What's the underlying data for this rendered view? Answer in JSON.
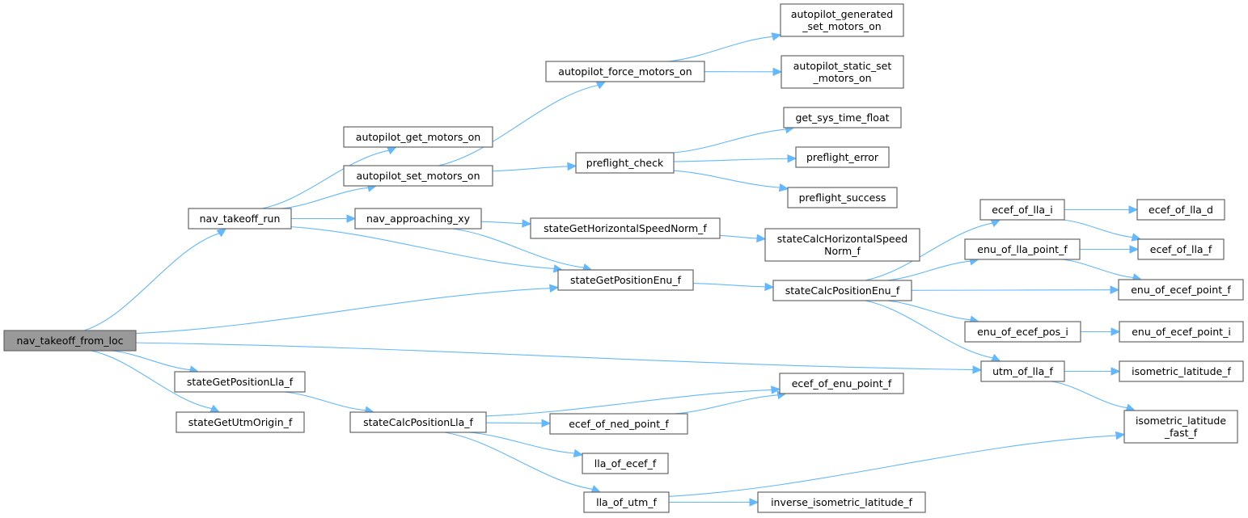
{
  "graph": {
    "title": "Call graph of nav_takeoff_from_loc",
    "edge_color": "#63b8ff",
    "root_fill": "#999999",
    "node_fill": "#ffffff",
    "border_color": "#666666",
    "nodes": [
      {
        "id": "nav_takeoff_from_loc",
        "lines": [
          "nav_takeoff_from_loc"
        ],
        "root": true
      },
      {
        "id": "nav_takeoff_run",
        "lines": [
          "nav_takeoff_run"
        ]
      },
      {
        "id": "stateGetPositionLla_f",
        "lines": [
          "stateGetPositionLla_f"
        ]
      },
      {
        "id": "stateGetUtmOrigin_f",
        "lines": [
          "stateGetUtmOrigin_f"
        ]
      },
      {
        "id": "autopilot_get_motors_on",
        "lines": [
          "autopilot_get_motors_on"
        ]
      },
      {
        "id": "autopilot_set_motors_on",
        "lines": [
          "autopilot_set_motors_on"
        ]
      },
      {
        "id": "nav_approaching_xy",
        "lines": [
          "nav_approaching_xy"
        ]
      },
      {
        "id": "stateCalcPositionLla_f",
        "lines": [
          "stateCalcPositionLla_f"
        ]
      },
      {
        "id": "autopilot_force_motors_on",
        "lines": [
          "autopilot_force_motors_on"
        ]
      },
      {
        "id": "preflight_check",
        "lines": [
          "preflight_check"
        ]
      },
      {
        "id": "stateGetHorizontalSpeedNorm_f",
        "lines": [
          "stateGetHorizontalSpeedNorm_f"
        ]
      },
      {
        "id": "stateGetPositionEnu_f",
        "lines": [
          "stateGetPositionEnu_f"
        ]
      },
      {
        "id": "ecef_of_ned_point_f",
        "lines": [
          "ecef_of_ned_point_f"
        ]
      },
      {
        "id": "lla_of_ecef_f",
        "lines": [
          "lla_of_ecef_f"
        ]
      },
      {
        "id": "lla_of_utm_f",
        "lines": [
          "lla_of_utm_f"
        ]
      },
      {
        "id": "autopilot_generated_set_motors_on",
        "lines": [
          "autopilot_generated",
          "_set_motors_on"
        ]
      },
      {
        "id": "autopilot_static_set_motors_on",
        "lines": [
          "autopilot_static_set",
          "_motors_on"
        ]
      },
      {
        "id": "get_sys_time_float",
        "lines": [
          "get_sys_time_float"
        ]
      },
      {
        "id": "preflight_error",
        "lines": [
          "preflight_error"
        ]
      },
      {
        "id": "preflight_success",
        "lines": [
          "preflight_success"
        ]
      },
      {
        "id": "stateCalcHorizontalSpeedNorm_f",
        "lines": [
          "stateCalcHorizontalSpeed",
          "Norm_f"
        ]
      },
      {
        "id": "stateCalcPositionEnu_f",
        "lines": [
          "stateCalcPositionEnu_f"
        ]
      },
      {
        "id": "ecef_of_enu_point_f",
        "lines": [
          "ecef_of_enu_point_f"
        ]
      },
      {
        "id": "inverse_isometric_latitude_f",
        "lines": [
          "inverse_isometric_latitude_f"
        ]
      },
      {
        "id": "ecef_of_lla_i",
        "lines": [
          "ecef_of_lla_i"
        ]
      },
      {
        "id": "enu_of_lla_point_f",
        "lines": [
          "enu_of_lla_point_f"
        ]
      },
      {
        "id": "enu_of_ecef_pos_i",
        "lines": [
          "enu_of_ecef_pos_i"
        ]
      },
      {
        "id": "utm_of_lla_f",
        "lines": [
          "utm_of_lla_f"
        ]
      },
      {
        "id": "ecef_of_lla_d",
        "lines": [
          "ecef_of_lla_d"
        ]
      },
      {
        "id": "ecef_of_lla_f",
        "lines": [
          "ecef_of_lla_f"
        ]
      },
      {
        "id": "enu_of_ecef_point_f",
        "lines": [
          "enu_of_ecef_point_f"
        ]
      },
      {
        "id": "enu_of_ecef_point_i",
        "lines": [
          "enu_of_ecef_point_i"
        ]
      },
      {
        "id": "isometric_latitude_f",
        "lines": [
          "isometric_latitude_f"
        ]
      },
      {
        "id": "isometric_latitude_fast_f",
        "lines": [
          "isometric_latitude",
          "_fast_f"
        ]
      }
    ],
    "edges": [
      [
        "nav_takeoff_from_loc",
        "nav_takeoff_run"
      ],
      [
        "nav_takeoff_from_loc",
        "stateGetPositionEnu_f"
      ],
      [
        "nav_takeoff_from_loc",
        "utm_of_lla_f"
      ],
      [
        "nav_takeoff_from_loc",
        "stateGetPositionLla_f"
      ],
      [
        "nav_takeoff_from_loc",
        "stateGetUtmOrigin_f"
      ],
      [
        "nav_takeoff_run",
        "autopilot_get_motors_on"
      ],
      [
        "nav_takeoff_run",
        "autopilot_set_motors_on"
      ],
      [
        "nav_takeoff_run",
        "nav_approaching_xy"
      ],
      [
        "nav_takeoff_run",
        "stateGetPositionEnu_f"
      ],
      [
        "autopilot_set_motors_on",
        "autopilot_force_motors_on"
      ],
      [
        "autopilot_set_motors_on",
        "preflight_check"
      ],
      [
        "autopilot_force_motors_on",
        "autopilot_generated_set_motors_on"
      ],
      [
        "autopilot_force_motors_on",
        "autopilot_static_set_motors_on"
      ],
      [
        "preflight_check",
        "get_sys_time_float"
      ],
      [
        "preflight_check",
        "preflight_error"
      ],
      [
        "preflight_check",
        "preflight_success"
      ],
      [
        "nav_approaching_xy",
        "stateGetHorizontalSpeedNorm_f"
      ],
      [
        "nav_approaching_xy",
        "stateGetPositionEnu_f"
      ],
      [
        "stateGetHorizontalSpeedNorm_f",
        "stateCalcHorizontalSpeedNorm_f"
      ],
      [
        "stateGetPositionEnu_f",
        "stateCalcPositionEnu_f"
      ],
      [
        "stateCalcPositionEnu_f",
        "ecef_of_lla_i"
      ],
      [
        "stateCalcPositionEnu_f",
        "enu_of_lla_point_f"
      ],
      [
        "stateCalcPositionEnu_f",
        "enu_of_ecef_point_f"
      ],
      [
        "stateCalcPositionEnu_f",
        "enu_of_ecef_pos_i"
      ],
      [
        "stateCalcPositionEnu_f",
        "utm_of_lla_f"
      ],
      [
        "ecef_of_lla_i",
        "ecef_of_lla_d"
      ],
      [
        "ecef_of_lla_i",
        "ecef_of_lla_f"
      ],
      [
        "enu_of_lla_point_f",
        "ecef_of_lla_f"
      ],
      [
        "enu_of_lla_point_f",
        "enu_of_ecef_point_f"
      ],
      [
        "enu_of_ecef_pos_i",
        "enu_of_ecef_point_i"
      ],
      [
        "utm_of_lla_f",
        "isometric_latitude_f"
      ],
      [
        "utm_of_lla_f",
        "isometric_latitude_fast_f"
      ],
      [
        "stateGetPositionLla_f",
        "stateCalcPositionLla_f"
      ],
      [
        "stateCalcPositionLla_f",
        "ecef_of_enu_point_f"
      ],
      [
        "stateCalcPositionLla_f",
        "ecef_of_ned_point_f"
      ],
      [
        "stateCalcPositionLla_f",
        "lla_of_ecef_f"
      ],
      [
        "stateCalcPositionLla_f",
        "lla_of_utm_f"
      ],
      [
        "ecef_of_ned_point_f",
        "ecef_of_enu_point_f"
      ],
      [
        "lla_of_utm_f",
        "isometric_latitude_fast_f"
      ],
      [
        "lla_of_utm_f",
        "inverse_isometric_latitude_f"
      ]
    ]
  }
}
